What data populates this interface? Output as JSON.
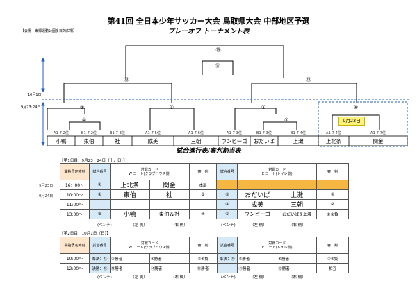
{
  "title": "第41回 全日本少年サッカー大会 鳥取県大会 中部地区予選",
  "subtitle": "プレーオフ トーナメント表",
  "venue": "【会場　東郷運動公園多目的広場】",
  "date_labels": {
    "oct1": "10月1日",
    "sep2324": "9月23･24日"
  },
  "bracket": {
    "final": "⑮",
    "third_place": "⑪",
    "semi_left": "⑬",
    "semi_right": "⑭",
    "qf": [
      "③",
      "④",
      "⑤",
      "⑥"
    ],
    "r1": [
      "①",
      "②"
    ],
    "highlight_date": "9月23日",
    "seeds": [
      "A1-7 2位",
      "B1-7 2位",
      "B1-7 3位",
      "A1-7 5位",
      "A1-7 6位",
      "A1-7 3位",
      "B1-7 3位",
      "B1-7 4位",
      "A1-7 4位",
      "A1-7 7位"
    ],
    "teams": [
      "小鴨",
      "東伯",
      "社",
      "成美",
      "三朝",
      "ウンピーゴ",
      "おだいば",
      "上灘",
      "上北条",
      "関金"
    ]
  },
  "schedule_title": "試合進行表/審判割当表",
  "day1": {
    "header": "【第1日目：9月23・24日（土，日）】",
    "col_start": "開始予定時刻",
    "col_num": "試合番号",
    "col_w": "対戦カード",
    "col_w_sub": "W コート(クラブハウス側)",
    "col_ref": "審　判",
    "col_e": "対戦カード",
    "col_e_sub": "E コート(トイレ側)",
    "rows": [
      {
        "date": "9月23日",
        "time": "16：00～",
        "wnum": "④",
        "w1": "上北条",
        "w2": "関金",
        "wref": "本部",
        "enum": "",
        "e1": "",
        "e2": "",
        "eref": ""
      },
      {
        "date": "9月24日",
        "time": "10:00～",
        "wnum": "①",
        "w1": "東伯",
        "w2": "社",
        "wref": "③",
        "enum": "②",
        "e1": "おだいば",
        "e2": "上灘",
        "eref": "④"
      },
      {
        "date": "",
        "time": "11:00～",
        "wnum": "",
        "w1": "",
        "w2": "",
        "wref": "",
        "enum": "④",
        "e1": "成美",
        "e2": "三朝",
        "eref": "②"
      },
      {
        "date": "",
        "time": "13:00～",
        "wnum": "③",
        "w1": "小鴨",
        "w2": "東伯＆社",
        "wref": "④",
        "enum": "⑤",
        "e1": "ウンピーゴ",
        "e2": "おだいば＆上灘",
        "eref": "①②負"
      }
    ],
    "bench": "(ベンチ)",
    "left": "（左 側）",
    "right": "（右 側）"
  },
  "day2": {
    "header": "【第2日目：10月1日（日）】",
    "rows": [
      {
        "time": "10:00～",
        "wnum": "準決：⑬",
        "w1": "③勝者",
        "w2": "④勝者",
        "wref": "⑤⑥負",
        "enum": "準決：⑭",
        "e1": "⑤勝者",
        "e2": "⑥勝者",
        "eref": "⑦⑧負"
      },
      {
        "time": "12:00～",
        "wnum": "決勝：⑮",
        "w1": "⑬勝者",
        "w2": "⑭勝者",
        "wref": "⑮勝者",
        "enum": "",
        "e1": "⑪勝者",
        "e2": "⑫勝者",
        "eref": "相互"
      }
    ],
    "bench": "(ベンチ)",
    "left": "（左 側）",
    "right": "（右 側）"
  },
  "colors": {
    "orange": "#f5b642",
    "blue_header": "#d6e9f7",
    "peach_header": "#fde6cc",
    "highlight": "#fff27a"
  }
}
